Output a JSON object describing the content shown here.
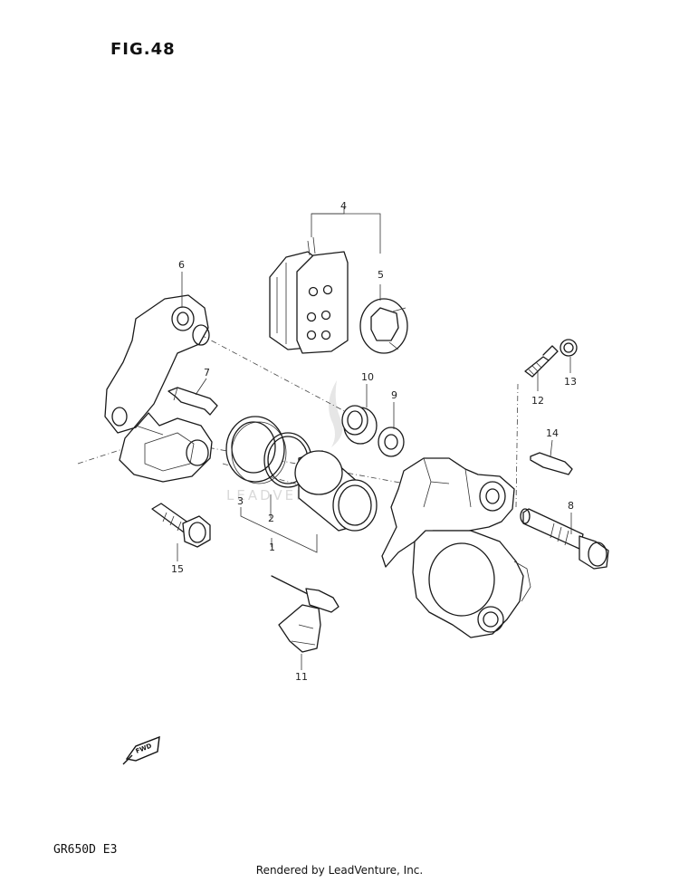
{
  "figure": {
    "title": "FIG.48",
    "model_code": "GR650D  E3"
  },
  "footer": {
    "credit": "Rendered by LeadVenture, Inc."
  },
  "watermark": {
    "text": "LEADVENTURE"
  },
  "fwd_arrow": {
    "label": "FWD"
  },
  "callouts": {
    "c1": "1",
    "c2": "2",
    "c3": "3",
    "c4": "4",
    "c5": "5",
    "c6": "6",
    "c7": "7",
    "c8": "8",
    "c9": "9",
    "c10": "10",
    "c11": "11",
    "c12": "12",
    "c13": "13",
    "c14": "14",
    "c15": "15"
  }
}
